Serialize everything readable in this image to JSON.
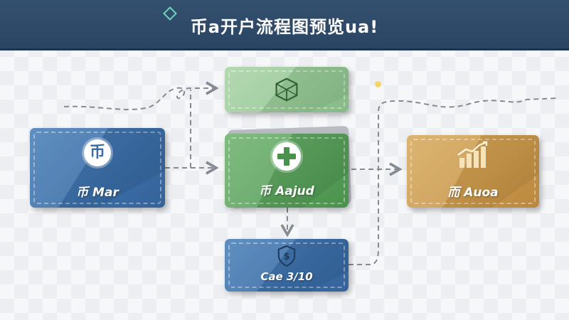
{
  "header": {
    "title": "币a开户流程图预览ua!"
  },
  "nodes": {
    "start": {
      "icon_text": "币",
      "label": "币 Mar",
      "icon": "coin-icon"
    },
    "top": {
      "icon": "cube-icon"
    },
    "center": {
      "label": "币 Aajud",
      "icon": "plus-icon"
    },
    "bottom": {
      "label": "Cae 3/10",
      "icon": "dollar-shield-icon"
    },
    "right": {
      "label": "而 Auoa",
      "icon": "bar-chart-icon"
    }
  },
  "colors": {
    "header": "#2f4b6b",
    "blue_card": "#3f75ad",
    "green_card": "#5ba35d",
    "light_green_card": "#95c794",
    "gold_card": "#c9974a",
    "connector": "#8a8f96"
  }
}
